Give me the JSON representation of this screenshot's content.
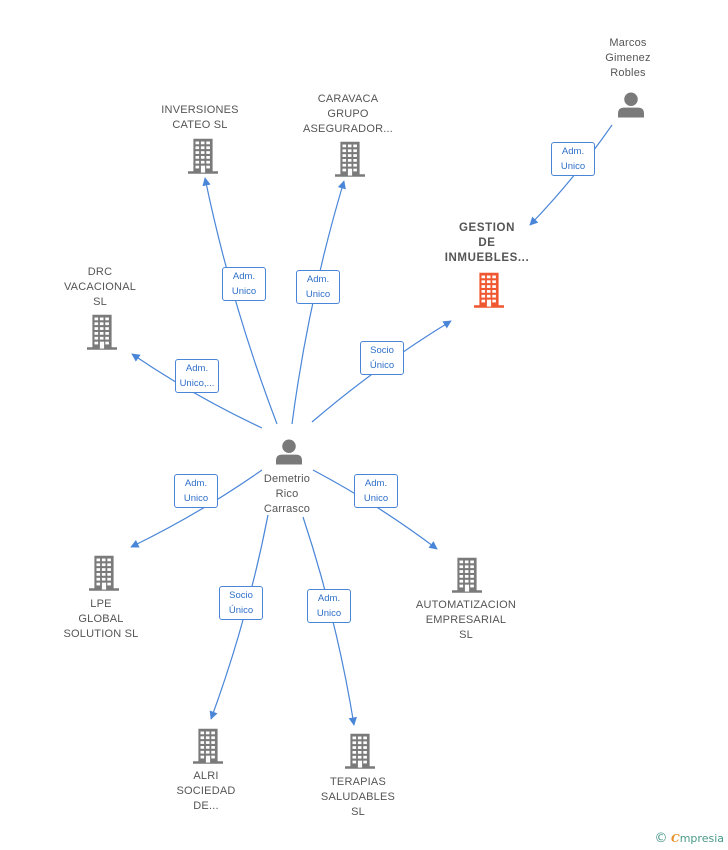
{
  "colors": {
    "edge": "#4a86d8",
    "building": "#7a7a7a",
    "building_focus": "#f0562f",
    "person": "#7a7a7a",
    "label": "#555555"
  },
  "nodes": [
    {
      "id": "marcos",
      "kind": "person",
      "icon": "person-icon",
      "lines": [
        "Marcos",
        "Gimenez",
        "Robles"
      ]
    },
    {
      "id": "gestion",
      "kind": "company-focus",
      "icon": "building-icon",
      "lines": [
        "GESTION",
        "DE",
        "INMUEBLES..."
      ]
    },
    {
      "id": "inversiones",
      "kind": "company",
      "icon": "building-icon",
      "lines": [
        "INVERSIONES",
        "CATEO  SL"
      ]
    },
    {
      "id": "caravaca",
      "kind": "company",
      "icon": "building-icon",
      "lines": [
        "CARAVACA",
        "GRUPO",
        "ASEGURADOR..."
      ]
    },
    {
      "id": "drc",
      "kind": "company",
      "icon": "building-icon",
      "lines": [
        "DRC",
        "VACACIONAL",
        "SL"
      ]
    },
    {
      "id": "demetrio",
      "kind": "person",
      "icon": "person-icon",
      "lines": [
        "Demetrio",
        "Rico",
        "Carrasco"
      ]
    },
    {
      "id": "lpe",
      "kind": "company",
      "icon": "building-icon",
      "lines": [
        "LPE",
        "GLOBAL",
        "SOLUTION  SL"
      ]
    },
    {
      "id": "automatizacion",
      "kind": "company",
      "icon": "building-icon",
      "lines": [
        "AUTOMATIZACION",
        "EMPRESARIAL",
        "SL"
      ]
    },
    {
      "id": "alri",
      "kind": "company",
      "icon": "building-icon",
      "lines": [
        "ALRI",
        "SOCIEDAD",
        "DE..."
      ]
    },
    {
      "id": "terapias",
      "kind": "company",
      "icon": "building-icon",
      "lines": [
        "TERAPIAS",
        "SALUDABLES",
        "SL"
      ]
    }
  ],
  "edges": [
    {
      "from": "marcos",
      "to": "gestion",
      "lines": [
        "Adm.",
        "Unico"
      ]
    },
    {
      "from": "demetrio",
      "to": "inversiones",
      "lines": [
        "Adm.",
        "Unico"
      ]
    },
    {
      "from": "demetrio",
      "to": "caravaca",
      "lines": [
        "Adm.",
        "Unico"
      ]
    },
    {
      "from": "demetrio",
      "to": "drc",
      "lines": [
        "Adm.",
        "Unico,..."
      ]
    },
    {
      "from": "demetrio",
      "to": "gestion",
      "lines": [
        "Socio",
        "Único"
      ]
    },
    {
      "from": "demetrio",
      "to": "lpe",
      "lines": [
        "Adm.",
        "Unico"
      ]
    },
    {
      "from": "demetrio",
      "to": "automatizacion",
      "lines": [
        "Adm.",
        "Unico"
      ]
    },
    {
      "from": "demetrio",
      "to": "alri",
      "lines": [
        "Socio",
        "Único"
      ]
    },
    {
      "from": "demetrio",
      "to": "terapias",
      "lines": [
        "Adm.",
        "Unico"
      ]
    }
  ],
  "footer": {
    "copyright": "©",
    "brand_first": "C",
    "brand_rest": "mpresia"
  }
}
